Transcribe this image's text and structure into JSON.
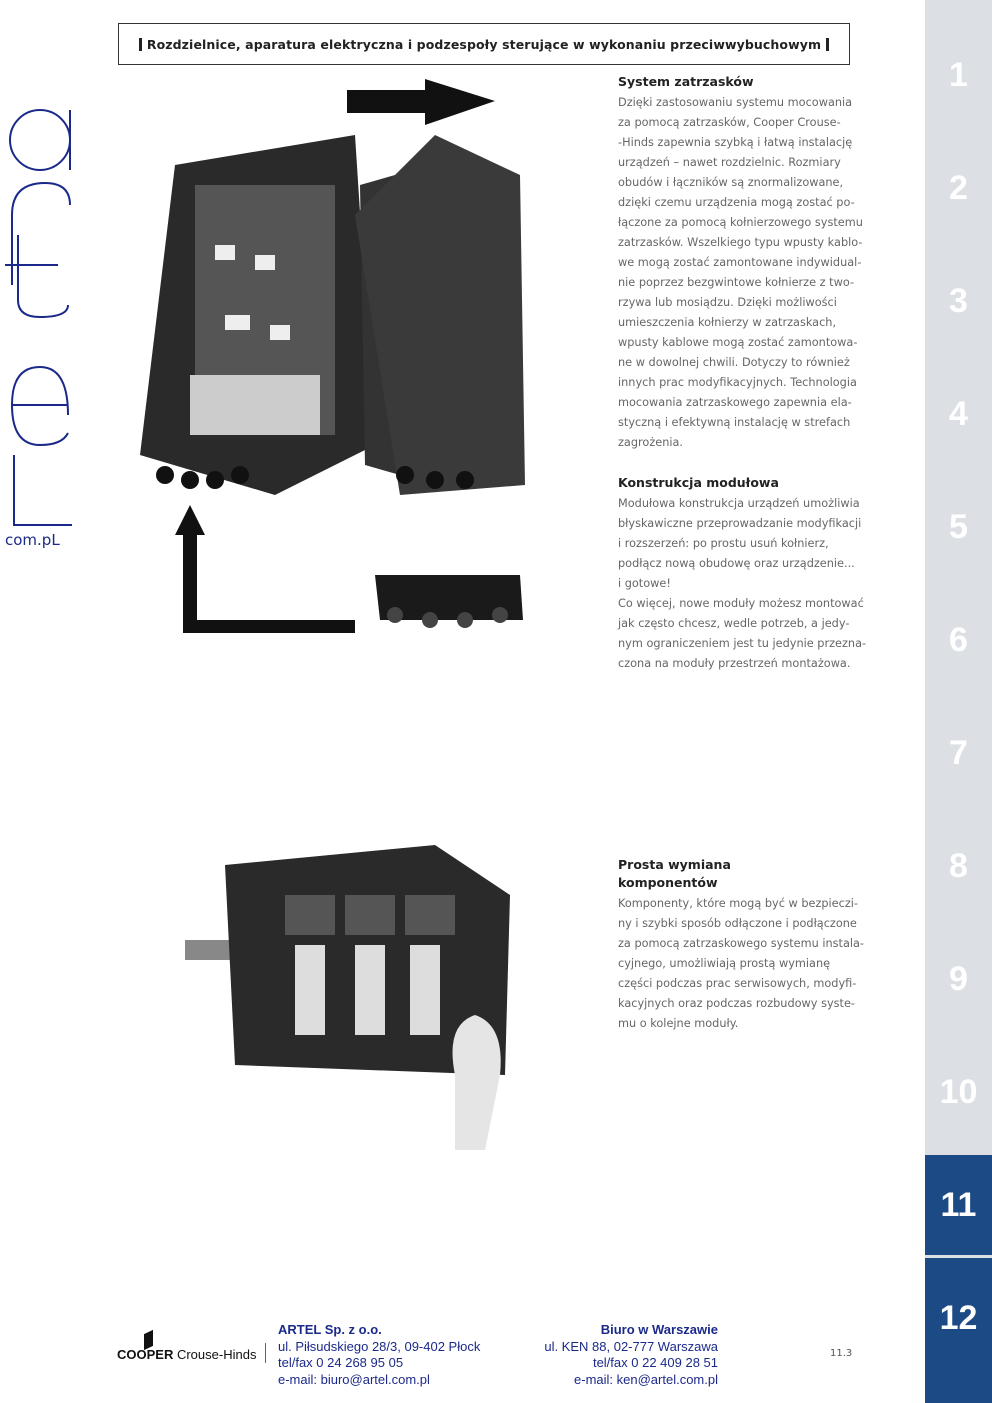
{
  "header": {
    "title": "Rozdzielnice, aparatura elektryczna i podzespoły sterujące w wykonaniu przeciwwybuchowym"
  },
  "logo": {
    "text": "artel",
    "domain": "com.pL"
  },
  "sections": [
    {
      "title": "System zatrzasków",
      "lines": [
        "Dzięki zastosowaniu systemu mocowania",
        "za pomocą zatrzasków, Cooper Crouse-",
        "-Hinds zapewnia szybką i łatwą instalację",
        "urządzeń – nawet rozdzielnic. Rozmiary",
        "obudów i łączników są znormalizowane,",
        "dzięki czemu urządzenia mogą zostać po-",
        "łączone za pomocą kołnierzowego systemu",
        "zatrzasków. Wszelkiego typu wpusty kablo-",
        "we mogą zostać zamontowane indywidual-",
        "nie poprzez bezgwintowe kołnierze z two-",
        "rzywa lub mosiądzu. Dzięki możliwości",
        "umieszczenia kołnierzy w zatrzaskach,",
        "wpusty kablowe mogą zostać zamontowa-",
        "ne w dowolnej chwili. Dotyczy to również",
        "innych prac modyfikacyjnych. Technologia",
        "mocowania zatrzaskowego zapewnia ela-",
        "styczną i efektywną instalację w strefach",
        "zagrożenia."
      ]
    },
    {
      "title": "Konstrukcja modułowa",
      "lines": [
        "Modułowa konstrukcja urządzeń umożliwia",
        "błyskawiczne przeprowadzanie modyfikacji",
        "i rozszerzeń: po prostu usuń kołnierz,",
        "podłącz nową obudowę oraz urządzenie...",
        "i gotowe!",
        "Co więcej, nowe moduły możesz montować",
        "jak często chcesz, wedle potrzeb, a jedy-",
        "nym ograniczeniem jest tu jedynie przezna-",
        "czona na moduły przestrzeń montażowa."
      ]
    },
    {
      "title": "Prosta wymiana komponentów",
      "lines": [
        "Komponenty, które mogą być w bezpieczi-",
        "ny i szybki sposób odłączone i podłączone",
        "za pomocą zatrzaskowego systemu instala-",
        "cyjnego, umożliwiają prostą wymianę",
        "części podczas prac serwisowych, modyfi-",
        "kacyjnych oraz podczas rozbudowy syste-",
        "mu o kolejne moduły."
      ]
    }
  ],
  "chapters": [
    "1",
    "2",
    "3",
    "4",
    "5",
    "6",
    "7",
    "8",
    "9",
    "10",
    "11",
    "12"
  ],
  "footer": {
    "brand": "COOPER",
    "brand2": "Crouse-Hinds",
    "company": "ARTEL Sp. z o.o.",
    "address": "ul. Piłsudskiego 28/3, 09-402 Płock",
    "phone": "tel/fax 0 24 268 95 05",
    "email": "e-mail: biuro@artel.com.pl",
    "office": "Biuro w Warszawie",
    "office_address": "ul. KEN 88, 02-777 Warszawa",
    "office_phone": "tel/fax 0 22 409 28 51",
    "office_email": "e-mail: ken@artel.com.pl",
    "page": "11.3"
  },
  "colors": {
    "accent": "#1b4a85",
    "sidebar": "#dcdfe4",
    "footer_text": "#1b2a8a"
  }
}
